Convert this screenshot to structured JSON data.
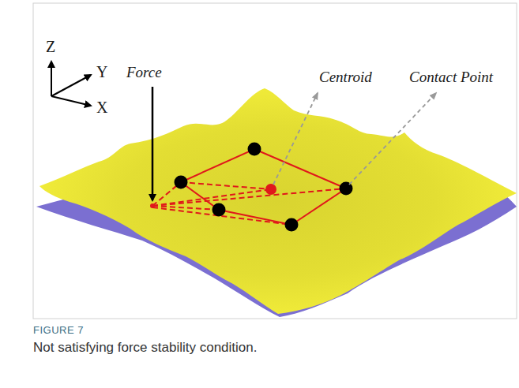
{
  "diagram": {
    "caption": "Not satisfying force stability condition.",
    "labels": [
      "Z",
      "Y",
      "X",
      "Force",
      "Centroid",
      "Contact Point",
      "FIGURE 7"
    ]
  }
}
